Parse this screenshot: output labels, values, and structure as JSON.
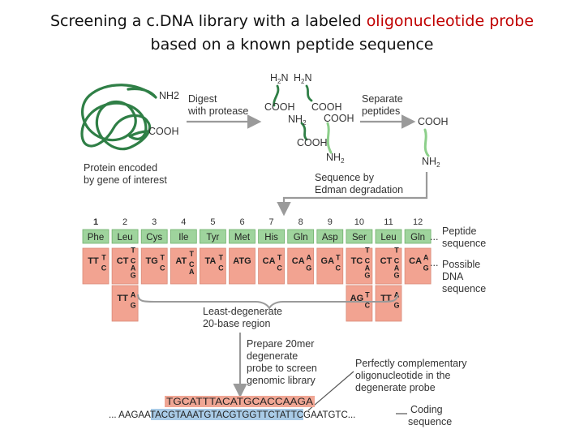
{
  "title": {
    "line1_prefix": "Screening a c.DNA library with a labeled ",
    "line1_highlight": "oligonucleotide probe",
    "line2": "based on a known peptide sequence"
  },
  "colors": {
    "title_highlight": "#c00000",
    "protein": "#2f7f46",
    "peptide_box": "#9fd49d",
    "dna_box": "#f2a391",
    "probe_bg": "#f0a694",
    "coding_bg": "#a9cbe7",
    "arrow": "#9a9a9a"
  },
  "top": {
    "nh2": "NH2",
    "cooh": "COOH",
    "protein_label_line1": "Protein encoded",
    "protein_label_line2": "by gene of interest",
    "digest_line1": "Digest",
    "digest_line2": "with protease",
    "separate_line1": "Separate",
    "separate_line2": "peptides",
    "edman_line1": "Sequence by",
    "edman_line2": "Edman degradation"
  },
  "positions": [
    "1",
    "2",
    "3",
    "4",
    "5",
    "6",
    "7",
    "8",
    "9",
    "10",
    "11",
    "12"
  ],
  "peptides": [
    "Phe",
    "Leu",
    "Cys",
    "Ile",
    "Tyr",
    "Met",
    "His",
    "Gln",
    "Asp",
    "Ser",
    "Leu",
    "Gln"
  ],
  "peptide_ellipsis": "...",
  "peptide_label_line1": "Peptide",
  "peptide_label_line2": "sequence",
  "codons": [
    {
      "base": "TT",
      "var": [
        "T",
        "C"
      ]
    },
    {
      "base": "CT",
      "var": [
        "T",
        "C",
        "A",
        "G"
      ]
    },
    {
      "base": "TG",
      "var": [
        "T",
        "C"
      ]
    },
    {
      "base": "AT",
      "var": [
        "T",
        "C",
        "A"
      ]
    },
    {
      "base": "TA",
      "var": [
        "T",
        "C"
      ]
    },
    {
      "base": "ATG",
      "var": []
    },
    {
      "base": "CA",
      "var": [
        "T",
        "C"
      ]
    },
    {
      "base": "CA",
      "var": [
        "A",
        "G"
      ]
    },
    {
      "base": "GA",
      "var": [
        "T",
        "C"
      ]
    },
    {
      "base": "TC",
      "var": [
        "T",
        "C",
        "A",
        "G"
      ]
    },
    {
      "base": "CT",
      "var": [
        "T",
        "C",
        "A",
        "G"
      ]
    },
    {
      "base": "CA",
      "var": [
        "A",
        "G"
      ]
    }
  ],
  "codons_extra": [
    {
      "col": 1,
      "base": "TT",
      "var": [
        "A",
        "G"
      ]
    },
    {
      "col": 9,
      "base": "AG",
      "var": [
        "T",
        "C"
      ]
    },
    {
      "col": 10,
      "base": "TT",
      "var": [
        "A",
        "G"
      ]
    }
  ],
  "dna_label_line1": "Possible",
  "dna_label_line2": "DNA",
  "dna_label_line3": "sequence",
  "least_line1": "Least-degenerate",
  "least_line2": "20-base region",
  "prepare_lines": [
    "Prepare 20mer",
    "degenerate",
    "probe to screen",
    "genomic library"
  ],
  "perfect_lines": [
    "Perfectly complementary",
    "oligonucleotide in the",
    "degenerate probe"
  ],
  "probe_seq": "TGCATTTACATGCACCAAGA",
  "coding_prefix": "... AAGAAT",
  "coding_highlight": "ACGTAAATGTACGTGGTTCT",
  "coding_suffix": "ATTCGAATGTC...",
  "coding_label_line1": "Coding",
  "coding_label_line2": "sequence"
}
